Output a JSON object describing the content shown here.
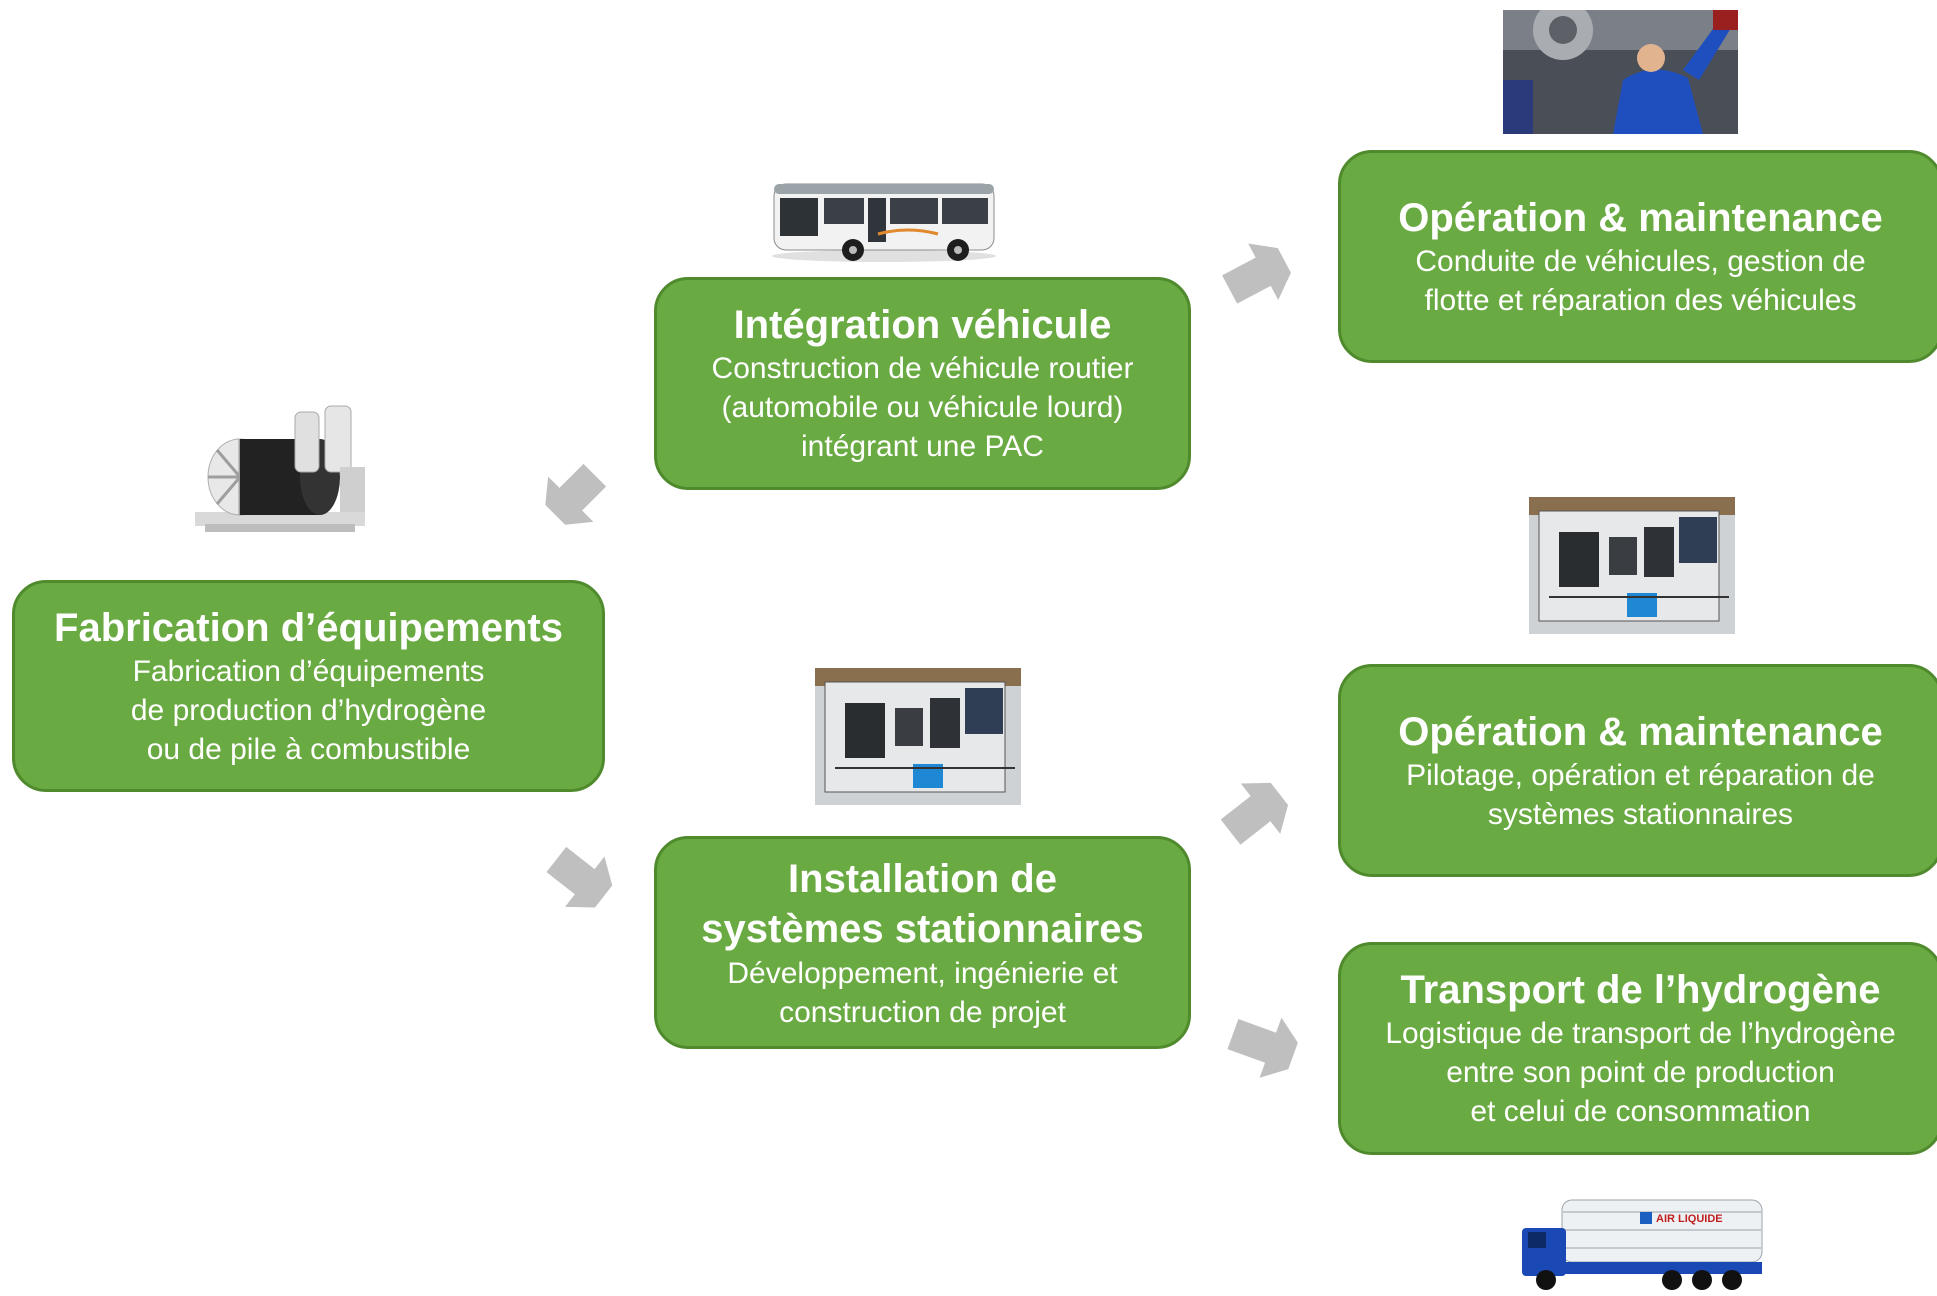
{
  "boxes": {
    "fabrication": {
      "title": "Fabrication d’équipements",
      "desc": "Fabrication d’équipements\nde production d’hydrogène\nou de pile à combustible"
    },
    "integration": {
      "title": "Intégration véhicule",
      "desc": "Construction de véhicule routier\n(automobile ou véhicule lourd)\nintégrant une PAC"
    },
    "installation": {
      "title": "Installation de\nsystèmes stationnaires",
      "desc": "Développement, ingénierie et\nconstruction de projet"
    },
    "om_vehicles": {
      "title": "Opération & maintenance",
      "desc": "Conduite de véhicules, gestion de\nflotte et réparation des véhicules"
    },
    "om_stationary": {
      "title": "Opération & maintenance",
      "desc": "Pilotage, opération et réparation de\nsystèmes stationnaires"
    },
    "transport": {
      "title": "Transport de l’hydrogène",
      "desc": "Logistique de transport de l’hydrogène\nentre son point de production\net celui de consommation"
    }
  },
  "truck_logo_text": "AIR LIQUIDE",
  "colors": {
    "box_fill": "#6aaa42",
    "box_border": "#4f8a2d",
    "arrow": "#bfbfbf",
    "text": "#ffffff"
  }
}
